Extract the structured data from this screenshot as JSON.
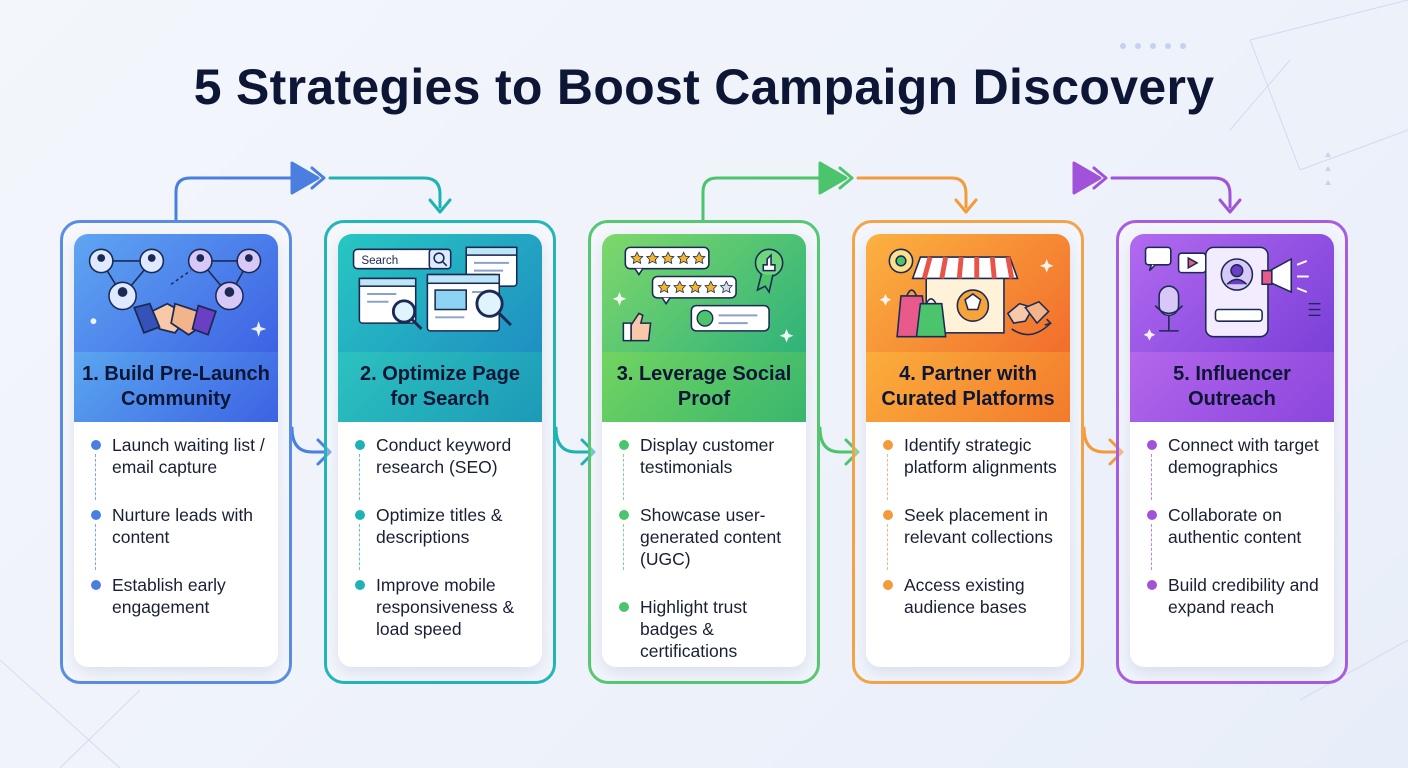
{
  "title": "5 Strategies to Boost Campaign Discovery",
  "colors": {
    "blue": "#4a7fe0",
    "teal": "#1fb2b5",
    "green": "#4cc46c",
    "orange": "#f39a3a",
    "purple": "#a053d9",
    "title": "#0d1634"
  },
  "strategies": [
    {
      "title": "1. Build Pre-Launch Community",
      "icon": "community-handshake-icon",
      "items": [
        "Launch waiting list / email capture",
        "Nurture leads with content",
        "Establish early engagement"
      ]
    },
    {
      "title": "2. Optimize Page for Search",
      "icon": "search-browser-icon",
      "search_placeholder": "Search",
      "items": [
        "Conduct keyword research (SEO)",
        "Optimize titles & descriptions",
        "Improve mobile responsiveness & load speed"
      ]
    },
    {
      "title": "3. Leverage Social Proof",
      "icon": "star-reviews-icon",
      "items": [
        "Display customer testimonials",
        "Showcase user-generated content (UGC)",
        "Highlight trust badges & certifications"
      ]
    },
    {
      "title": "4. Partner with Curated Platforms",
      "icon": "storefront-partner-icon",
      "items": [
        "Identify strategic platform alignments",
        "Seek placement in relevant collections",
        "Access existing audience bases"
      ]
    },
    {
      "title": "5. Influencer Outreach",
      "icon": "influencer-megaphone-icon",
      "items": [
        "Connect with target demographics",
        "Collaborate on authentic content",
        "Build credibility and expand reach"
      ]
    }
  ]
}
